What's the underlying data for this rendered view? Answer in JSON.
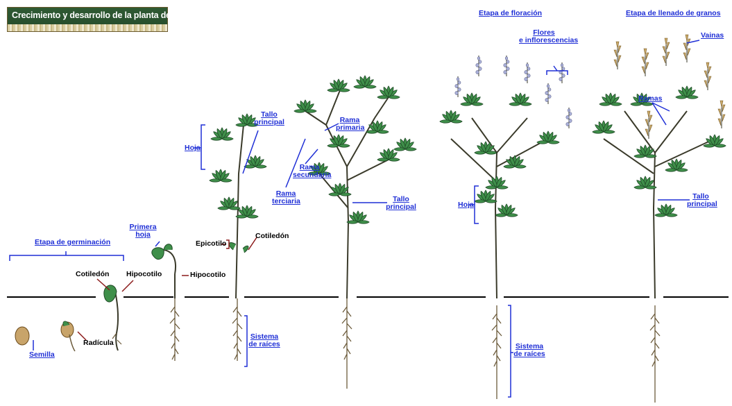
{
  "title": "Crecimiento y desarrollo de la planta de lupino",
  "stages": {
    "germination": "Etapa de germinación",
    "flowering": "Etapa de floración",
    "grain_fill": "Etapa de llenado de granos"
  },
  "labels": {
    "semilla": "Semilla",
    "radicula": "Radícula",
    "cotiledon_1": "Cotiledón",
    "hipocotilo_1": "Hipocotilo",
    "primera_hoja_1": "Primera",
    "primera_hoja_2": "hoja",
    "hipocotilo_2": "Hipocotilo",
    "epicotilo": "Epicotilo",
    "cotiledon_2": "Cotiledón",
    "hoja_1": "Hoja",
    "tallo_principal_1a": "Tallo",
    "tallo_principal_1b": "principal",
    "sistema_raices_1a": "Sistema",
    "sistema_raices_1b": "de raíces",
    "rama_primaria_a": "Rama",
    "rama_primaria_b": "primaria",
    "rama_secundaria_a": "Rama",
    "rama_secundaria_b": "secundaria",
    "rama_terciaria_a": "Rama",
    "rama_terciaria_b": "terciaria",
    "tallo_principal_2a": "Tallo",
    "tallo_principal_2b": "principal",
    "flores_a": "Flores",
    "flores_b": "e inflorescencias",
    "hoja_2": "Hoja",
    "sistema_raices_2a": "Sistema",
    "sistema_raices_2b": "de raíces",
    "vainas": "Vainas",
    "ramas": "Ramas",
    "tallo_principal_3a": "Tallo",
    "tallo_principal_3b": "principal"
  },
  "colors": {
    "leaf": "#3f8f4a",
    "leaf_dark": "#1f4a26",
    "stem": "#3a3a2a",
    "root": "#6b5a3a",
    "seed": "#c8a46a",
    "flower": "#9aa0c8",
    "pod": "#c9a867",
    "label_blue": "#1f2fd6",
    "label_red": "#8b1a1a"
  }
}
